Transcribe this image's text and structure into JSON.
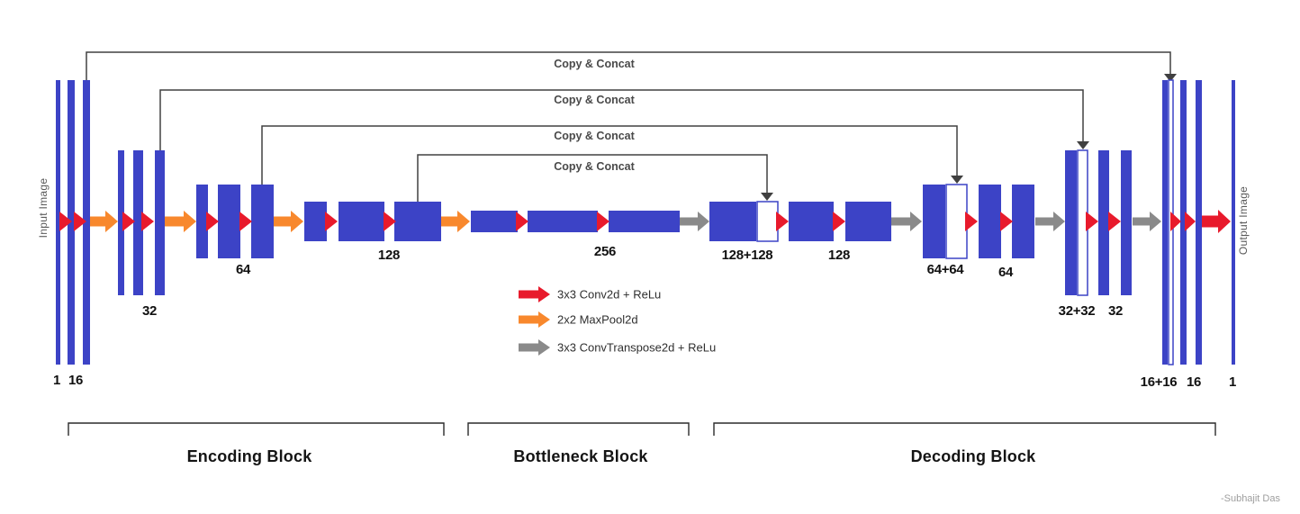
{
  "io_labels": {
    "input": "Input Image",
    "output": "Output Image"
  },
  "skip_connections": {
    "label": "Copy & Concat",
    "count": 4
  },
  "channels": {
    "input": "1",
    "enc16": "16",
    "enc32": "32",
    "enc64": "64",
    "enc128": "128",
    "bottleneck256": "256",
    "dec128cat": "128+128",
    "dec128": "128",
    "dec64cat": "64+64",
    "dec64": "64",
    "dec32cat": "32+32",
    "dec32": "32",
    "dec16cat": "16+16",
    "dec16": "16",
    "output": "1"
  },
  "legend": {
    "conv": "3x3 Conv2d + ReLu",
    "maxpool": "2x2 MaxPool2d",
    "convtranspose": "3x3 ConvTranspose2d + ReLu"
  },
  "blocks": {
    "encoding": "Encoding Block",
    "bottleneck": "Bottleneck Block",
    "decoding": "Decoding Block"
  },
  "credit": "-Subhajit Das",
  "colors": {
    "bar_blue": "#3c43c6",
    "arrow_red": "#e81a2c",
    "arrow_orange": "#f8882d",
    "arrow_gray": "#8a8a8a",
    "line_dark": "#404040"
  }
}
